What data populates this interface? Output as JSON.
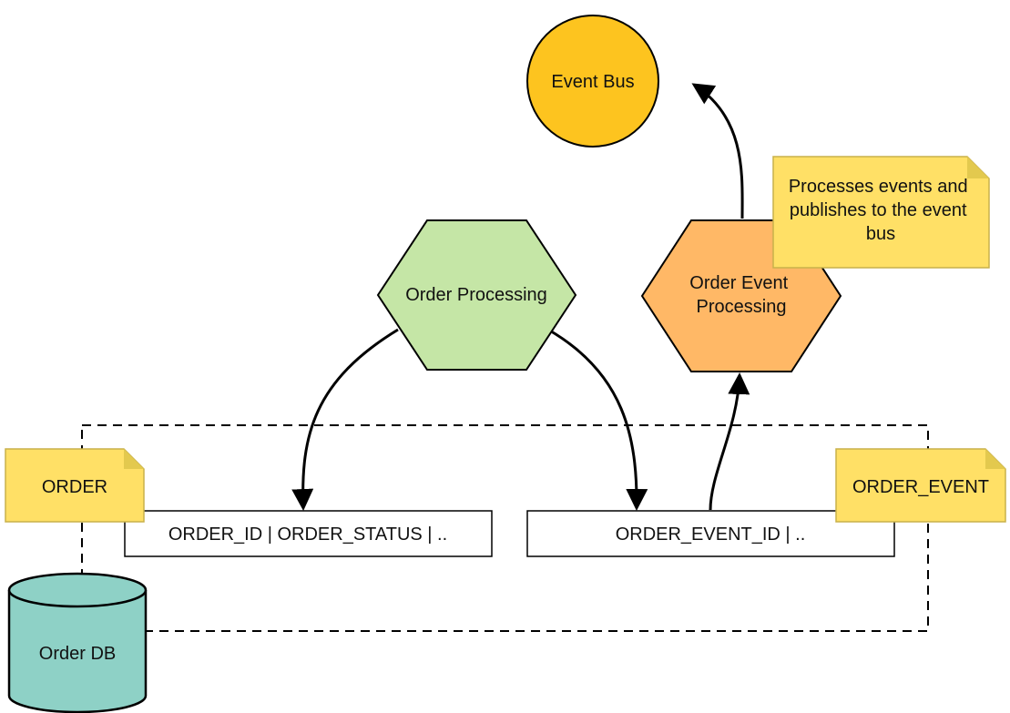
{
  "nodes": {
    "event_bus": {
      "label": "Event Bus"
    },
    "order_processing": {
      "label": "Order Processing"
    },
    "order_event_processing": {
      "label_lines": [
        "Order Event",
        "Processing"
      ]
    },
    "order_db": {
      "label": "Order DB"
    }
  },
  "notes": {
    "event_bus_note": {
      "lines": [
        "Processes events and",
        "publishes to the event",
        "bus"
      ]
    },
    "order_table_note": {
      "label": "ORDER"
    },
    "order_event_table_note": {
      "label": "ORDER_EVENT"
    }
  },
  "tables": {
    "order_columns": {
      "label": "ORDER_ID | ORDER_STATUS |  .."
    },
    "order_event_columns": {
      "label": "ORDER_EVENT_ID |  .."
    }
  },
  "colors": {
    "event_bus_fill": "#FDC41F",
    "order_processing_fill": "#C5E6A6",
    "order_event_processing_fill": "#FFB866",
    "note_fill": "#FFE066",
    "note_fold": "#E3C94E",
    "db_fill": "#8ED1C6"
  }
}
